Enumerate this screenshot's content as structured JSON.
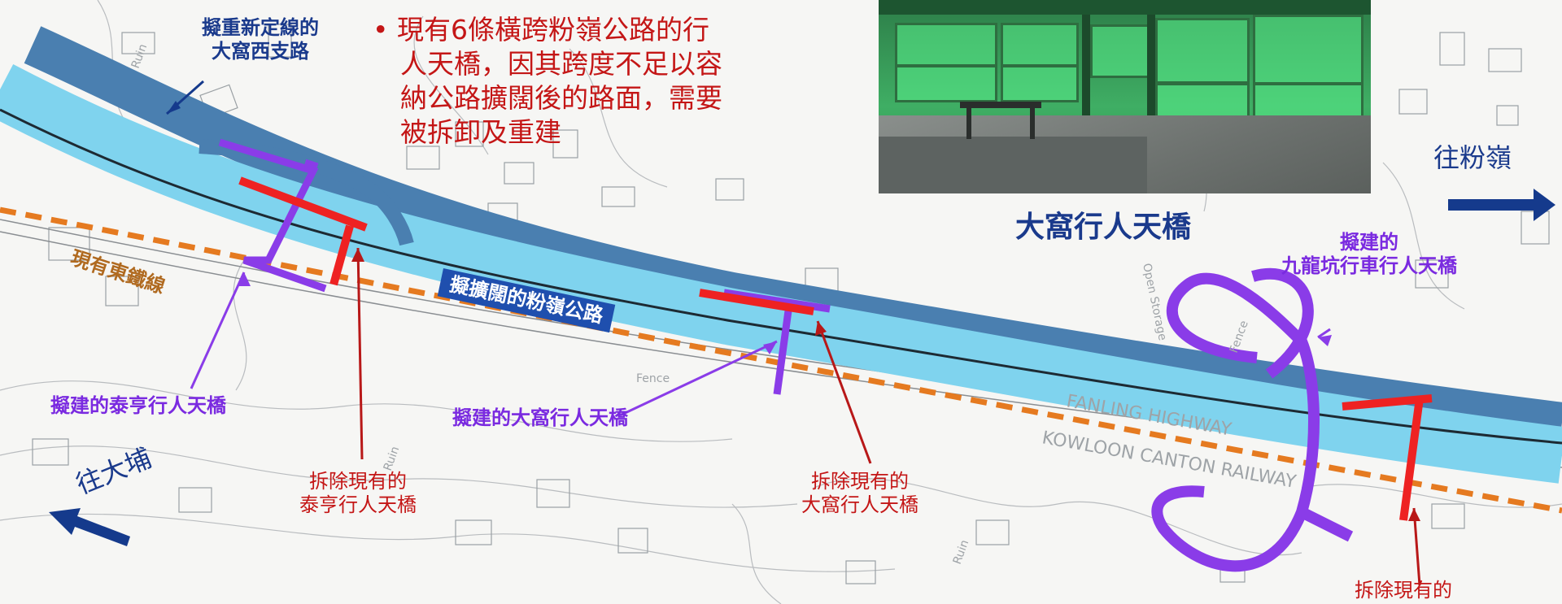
{
  "colors": {
    "expanded_road": "#7fd3ee",
    "road_outline": "#4a7fb0",
    "proposed_bridge": "#8a3ce8",
    "demolish": "#ee2222",
    "railway": "#e57a20",
    "arrow": "#153a8c",
    "label_blue": "#1a3a8c",
    "label_red": "#c41616",
    "label_purple": "#7a2ae0",
    "label_brown": "#b06a20"
  },
  "labels": {
    "realign_branch": [
      "擬重新定線的",
      "大窩西支路"
    ],
    "bullet_note": [
      "• 現有6條橫跨粉嶺公路的行",
      "人天橋，因其跨度不足以容",
      "納公路擴闊後的路面，需要",
      "被拆卸及重建"
    ],
    "photo_caption": "大窩行人天橋",
    "to_fanling": "往粉嶺",
    "to_taipo": "往大埔",
    "east_rail": "現有東鐵線",
    "expanded_road": "擬擴闊的粉嶺公路",
    "proposed_taihang": "擬建的泰亨行人天橋",
    "proposed_taiwo": "擬建的大窩行人天橋",
    "proposed_kowloonhang": [
      "擬建的",
      "九龍坑行車行人天橋"
    ],
    "demolish_taihang": [
      "拆除現有的",
      "泰亨行人天橋"
    ],
    "demolish_taiwo": [
      "拆除現有的",
      "大窩行人天橋"
    ],
    "demolish_bottom": "拆除現有的"
  },
  "basemap_text": {
    "open_storage": "Open Storage",
    "fence": "Fence",
    "fanling_highway": "FANLING HIGHWAY",
    "kcr": "KOWLOON CANTON RAILWAY",
    "ruin": "Ruin"
  }
}
